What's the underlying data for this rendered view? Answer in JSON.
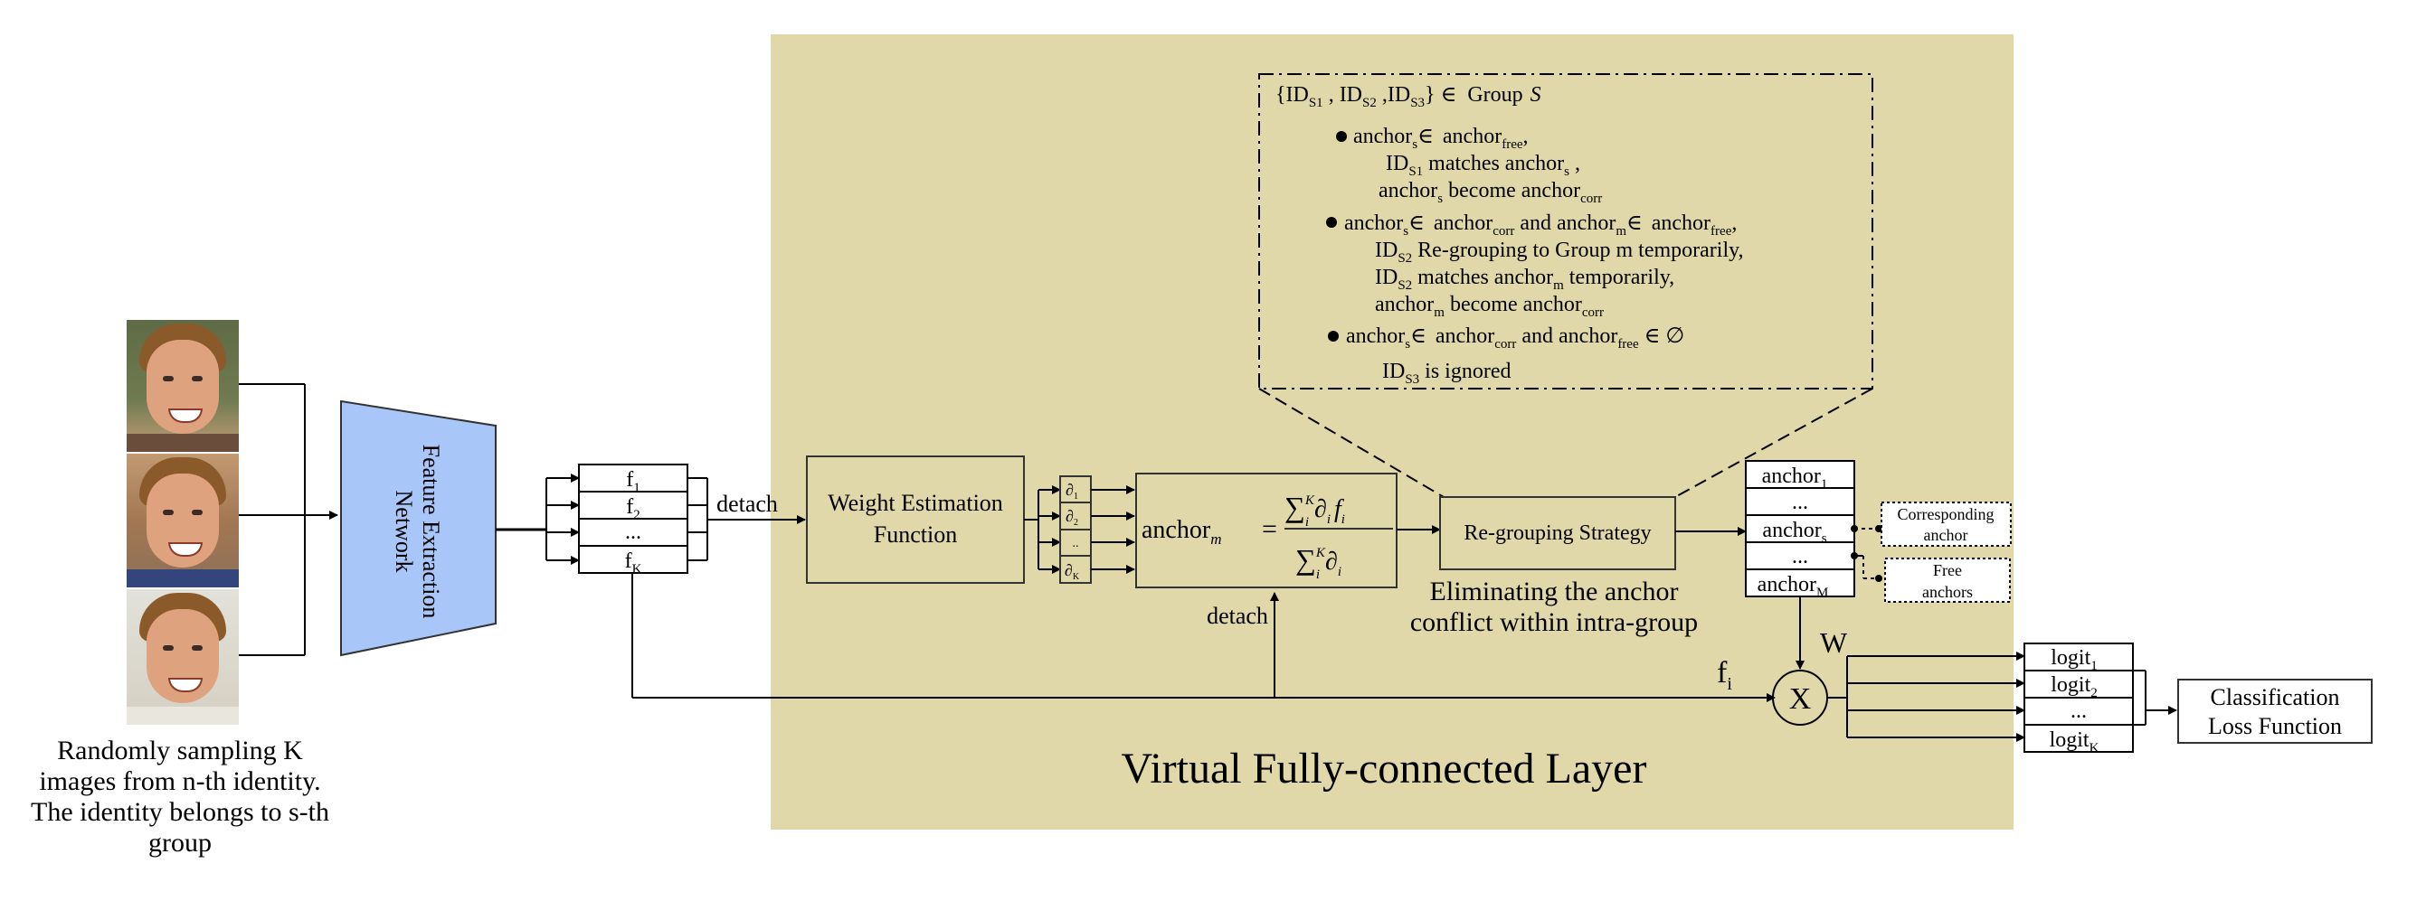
{
  "caption": {
    "lines": [
      "Randomly sampling K",
      "images from n-th identity.",
      "The identity belongs to s-th",
      "group"
    ]
  },
  "network": {
    "line1": "Feature Extraction",
    "line2": "Network"
  },
  "features": {
    "f1": {
      "base": "f",
      "sub": "1"
    },
    "f2": {
      "base": "f",
      "sub": "2"
    },
    "dots": "...",
    "fK": {
      "base": "f",
      "sub": "K"
    }
  },
  "detach_label": "detach",
  "weight_fn": {
    "line1": "Weight Estimation",
    "line2": "Function"
  },
  "weights": {
    "symbol": "∂",
    "subs": [
      "1",
      "2",
      "..",
      "K"
    ]
  },
  "formula": {
    "lhs": "anchor",
    "lhs_sub": "m",
    "eq": "=",
    "sum": "∑",
    "sum_sup": "K",
    "sum_sub": "i",
    "num_body": "∂",
    "num_sub": "i",
    "num_f": "f",
    "num_f_sub": "i",
    "den_body": "∂",
    "den_sub": "i"
  },
  "detach_label_2": "detach",
  "regroup": {
    "box_label": "Re-grouping Strategy",
    "caption_line1": "Eliminating the anchor",
    "caption_line2": "conflict within intra-group"
  },
  "info_box": {
    "header": {
      "open": "{ID",
      "s1": "S1",
      "sep1": " , ID",
      "s2": "S2",
      "sep2": " ,ID",
      "s3": "S3",
      "close": "}",
      "elem": "∈",
      "group": "Group",
      "group_var": "S"
    },
    "b1": {
      "l1": {
        "a": "anchor",
        "a_sub": "s",
        "elem": "∈",
        "b": "anchor",
        "b_sub": "free",
        "tail": ","
      },
      "l2": {
        "id": "ID",
        "id_sub": "S1",
        "mid": " matches anchor",
        "mid_sub": "s",
        "tail": " ,"
      },
      "l3": {
        "a": "anchor",
        "a_sub": "s",
        "mid": " become anchor",
        "mid_sub": "corr"
      }
    },
    "b2": {
      "l1": {
        "a": "anchor",
        "a_sub": "s",
        "elem": "∈",
        "b": "anchor",
        "b_sub": "corr",
        "and": " and anchor",
        "c_sub": "m",
        "elem2": "∈",
        "d": "anchor",
        "d_sub": "free",
        "tail": ","
      },
      "l2": {
        "id": "ID",
        "id_sub": "S2",
        "text": "  Re-grouping to Group m temporarily,"
      },
      "l3": {
        "id": "ID",
        "id_sub": "S2",
        "mid": " matches anchor",
        "mid_sub": "m",
        "tail": " temporarily,"
      },
      "l4": {
        "a": "anchor",
        "a_sub": "m",
        "mid": " become anchor",
        "mid_sub": "corr"
      }
    },
    "b3": {
      "l1": {
        "a": "anchor",
        "a_sub": "s",
        "elem": "∈",
        "b": "anchor",
        "b_sub": "corr",
        "and": " and   anchor",
        "c_sub": "free",
        "elem2": "∈",
        "empty": "∅"
      },
      "l2": {
        "id": "ID",
        "id_sub": "S3",
        "text": " is ignored"
      }
    }
  },
  "anchors": {
    "a1": {
      "base": "anchor",
      "sub": "1"
    },
    "dots1": "...",
    "as": {
      "base": "anchor",
      "sub": "s"
    },
    "dots2": "...",
    "aM": {
      "base": "anchor",
      "sub": "M"
    }
  },
  "tags": {
    "corresponding": {
      "line1": "Corresponding",
      "line2": "anchor"
    },
    "free": {
      "line1": "Free",
      "line2": "anchors"
    }
  },
  "W_label": "W",
  "fi_label": {
    "base": "f",
    "sub": "i"
  },
  "multiply": "X",
  "logits": {
    "l1": {
      "base": "logit",
      "sub": "1"
    },
    "l2": {
      "base": "logit",
      "sub": "2"
    },
    "dots": "...",
    "lK": {
      "base": "logit",
      "sub": "K"
    }
  },
  "loss": {
    "line1": "Classification",
    "line2": "Loss Function"
  },
  "vfc_title": "Virtual Fully-connected Layer",
  "colors": {
    "vfc_bg": "#e0d8a8",
    "network_fill": "#a8c6f7",
    "stroke": "#000000"
  }
}
